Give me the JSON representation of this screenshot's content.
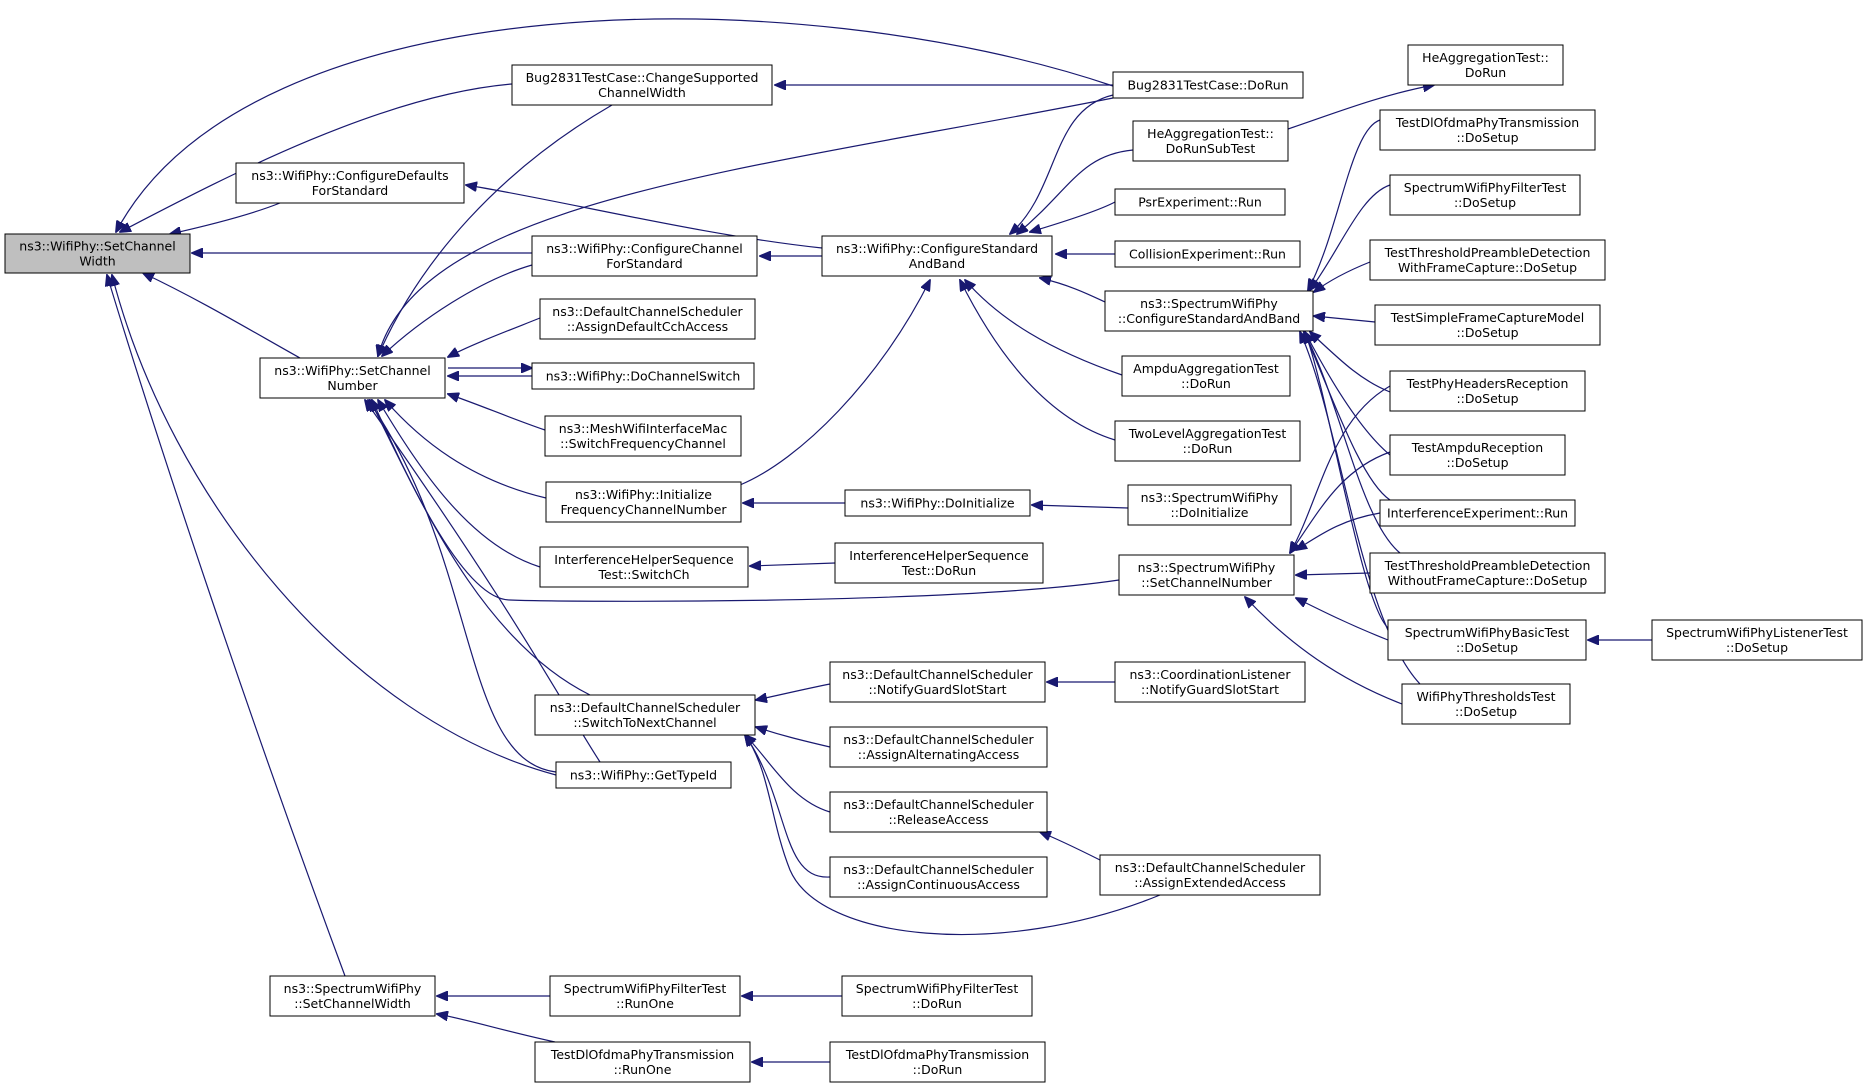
{
  "nodes": {
    "setChannelWidth": {
      "lines": [
        "ns3::WifiPhy::SetChannel",
        "Width"
      ],
      "root": true
    },
    "bugChange": {
      "lines": [
        "Bug2831TestCase::ChangeSupported",
        "ChannelWidth"
      ]
    },
    "bugDoRun": {
      "lines": [
        "Bug2831TestCase::DoRun"
      ]
    },
    "heAggDoRun": {
      "lines": [
        "HeAggregationTest::",
        "DoRun"
      ]
    },
    "heAggSub": {
      "lines": [
        "HeAggregationTest::",
        "DoRunSubTest"
      ]
    },
    "configDefaults": {
      "lines": [
        "ns3::WifiPhy::ConfigureDefaults",
        "ForStandard"
      ]
    },
    "configChannel": {
      "lines": [
        "ns3::WifiPhy::ConfigureChannel",
        "ForStandard"
      ]
    },
    "configStdBand": {
      "lines": [
        "ns3::WifiPhy::ConfigureStandard",
        "AndBand"
      ]
    },
    "psrRun": {
      "lines": [
        "PsrExperiment::Run"
      ]
    },
    "collRun": {
      "lines": [
        "CollisionExperiment::Run"
      ]
    },
    "specConfigStd": {
      "lines": [
        "ns3::SpectrumWifiPhy",
        "::ConfigureStandardAndBand"
      ]
    },
    "ampduAggRun": {
      "lines": [
        "AmpduAggregationTest",
        "::DoRun"
      ]
    },
    "twoLevelRun": {
      "lines": [
        "TwoLevelAggregationTest",
        "::DoRun"
      ]
    },
    "setChannelNumber": {
      "lines": [
        "ns3::WifiPhy::SetChannel",
        "Number"
      ]
    },
    "assignCch": {
      "lines": [
        "ns3::DefaultChannelScheduler",
        "::AssignDefaultCchAccess"
      ]
    },
    "doChanSwitch": {
      "lines": [
        "ns3::WifiPhy::DoChannelSwitch"
      ]
    },
    "meshSwitch": {
      "lines": [
        "ns3::MeshWifiInterfaceMac",
        "::SwitchFrequencyChannel"
      ]
    },
    "initFreq": {
      "lines": [
        "ns3::WifiPhy::Initialize",
        "FrequencyChannelNumber"
      ]
    },
    "doInit": {
      "lines": [
        "ns3::WifiPhy::DoInitialize"
      ]
    },
    "specDoInit": {
      "lines": [
        "ns3::SpectrumWifiPhy",
        "::DoInitialize"
      ]
    },
    "ihsSwitch": {
      "lines": [
        "InterferenceHelperSequence",
        "Test::SwitchCh"
      ]
    },
    "ihsDoRun": {
      "lines": [
        "InterferenceHelperSequence",
        "Test::DoRun"
      ]
    },
    "specSetChanNum": {
      "lines": [
        "ns3::SpectrumWifiPhy",
        "::SetChannelNumber"
      ]
    },
    "switchNext": {
      "lines": [
        "ns3::DefaultChannelScheduler",
        "::SwitchToNextChannel"
      ]
    },
    "notifyGuard": {
      "lines": [
        "ns3::DefaultChannelScheduler",
        "::NotifyGuardSlotStart"
      ]
    },
    "coordNotify": {
      "lines": [
        "ns3::CoordinationListener",
        "::NotifyGuardSlotStart"
      ]
    },
    "assignAlt": {
      "lines": [
        "ns3::DefaultChannelScheduler",
        "::AssignAlternatingAccess"
      ]
    },
    "releaseAccess": {
      "lines": [
        "ns3::DefaultChannelScheduler",
        "::ReleaseAccess"
      ]
    },
    "assignCont": {
      "lines": [
        "ns3::DefaultChannelScheduler",
        "::AssignContinuousAccess"
      ]
    },
    "assignExt": {
      "lines": [
        "ns3::DefaultChannelScheduler",
        "::AssignExtendedAccess"
      ]
    },
    "getTypeId": {
      "lines": [
        "ns3::WifiPhy::GetTypeId"
      ]
    },
    "specSetChanWidth": {
      "lines": [
        "ns3::SpectrumWifiPhy",
        "::SetChannelWidth"
      ]
    },
    "specFiltRunOne": {
      "lines": [
        "SpectrumWifiPhyFilterTest",
        "::RunOne"
      ]
    },
    "specFiltDoRun": {
      "lines": [
        "SpectrumWifiPhyFilterTest",
        "::DoRun"
      ]
    },
    "dlOfdmaRunOne": {
      "lines": [
        "TestDlOfdmaPhyTransmission",
        "::RunOne"
      ]
    },
    "dlOfdmaDoRun": {
      "lines": [
        "TestDlOfdmaPhyTransmission",
        "::DoRun"
      ]
    },
    "dlOfdmaSetup": {
      "lines": [
        "TestDlOfdmaPhyTransmission",
        "::DoSetup"
      ]
    },
    "filtSetup": {
      "lines": [
        "SpectrumWifiPhyFilterTest",
        "::DoSetup"
      ]
    },
    "threshWith": {
      "lines": [
        "TestThresholdPreambleDetection",
        "WithFrameCapture::DoSetup"
      ]
    },
    "simpleCapture": {
      "lines": [
        "TestSimpleFrameCaptureModel",
        "::DoSetup"
      ]
    },
    "headersRx": {
      "lines": [
        "TestPhyHeadersReception",
        "::DoSetup"
      ]
    },
    "ampduRx": {
      "lines": [
        "TestAmpduReception",
        "::DoSetup"
      ]
    },
    "interfRun": {
      "lines": [
        "InterferenceExperiment::Run"
      ]
    },
    "threshWithout": {
      "lines": [
        "TestThresholdPreambleDetection",
        "WithoutFrameCapture::DoSetup"
      ]
    },
    "basicSetup": {
      "lines": [
        "SpectrumWifiPhyBasicTest",
        "::DoSetup"
      ]
    },
    "listenerSetup": {
      "lines": [
        "SpectrumWifiPhyListenerTest",
        "::DoSetup"
      ]
    },
    "thresholdsSetup": {
      "lines": [
        "WifiPhyThresholdsTest",
        "::DoSetup"
      ]
    }
  },
  "edges_count": 61
}
